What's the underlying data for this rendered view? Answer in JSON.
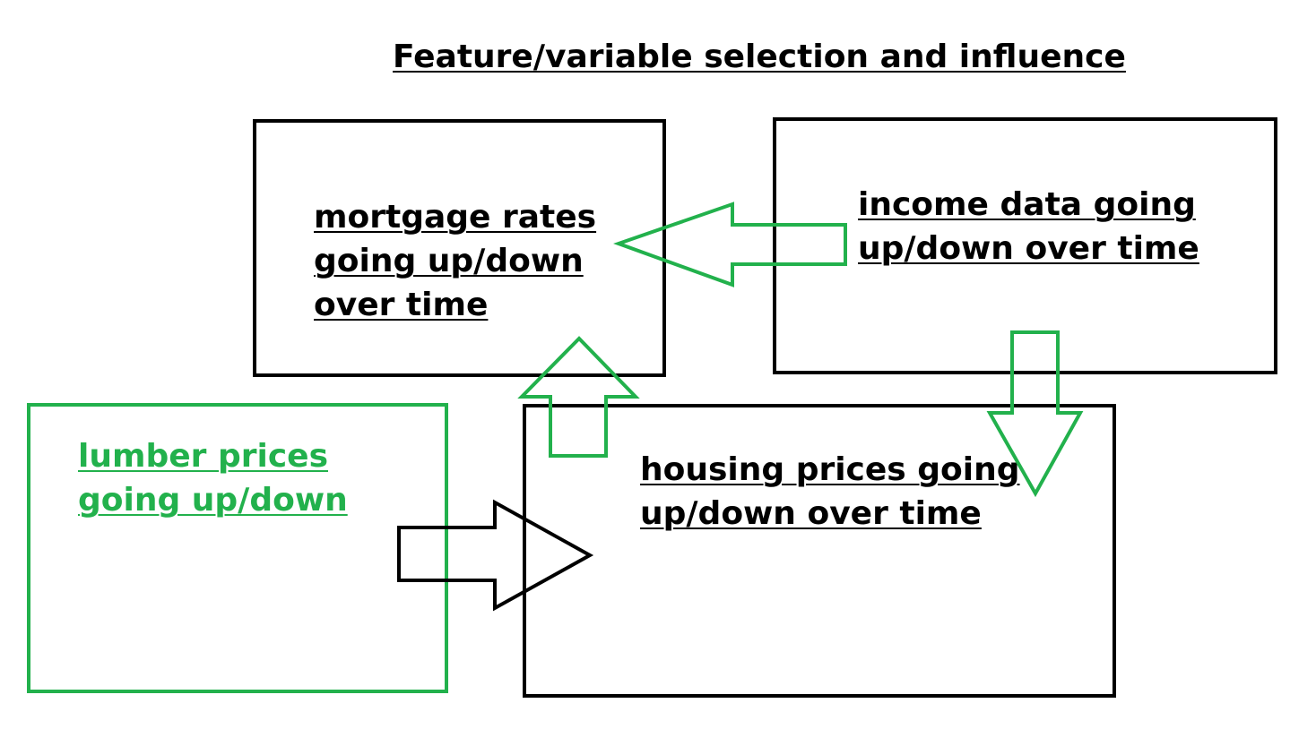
{
  "title": "Feature/variable selection and influence",
  "nodes": {
    "mortgage": "mortgage rates going up/down over time",
    "income": "income data going up/down over time",
    "lumber": "lumber prices going up/down",
    "housing": "housing prices going up/down over time"
  },
  "colors": {
    "stroke": "#000000",
    "highlight": "#22b14c"
  }
}
